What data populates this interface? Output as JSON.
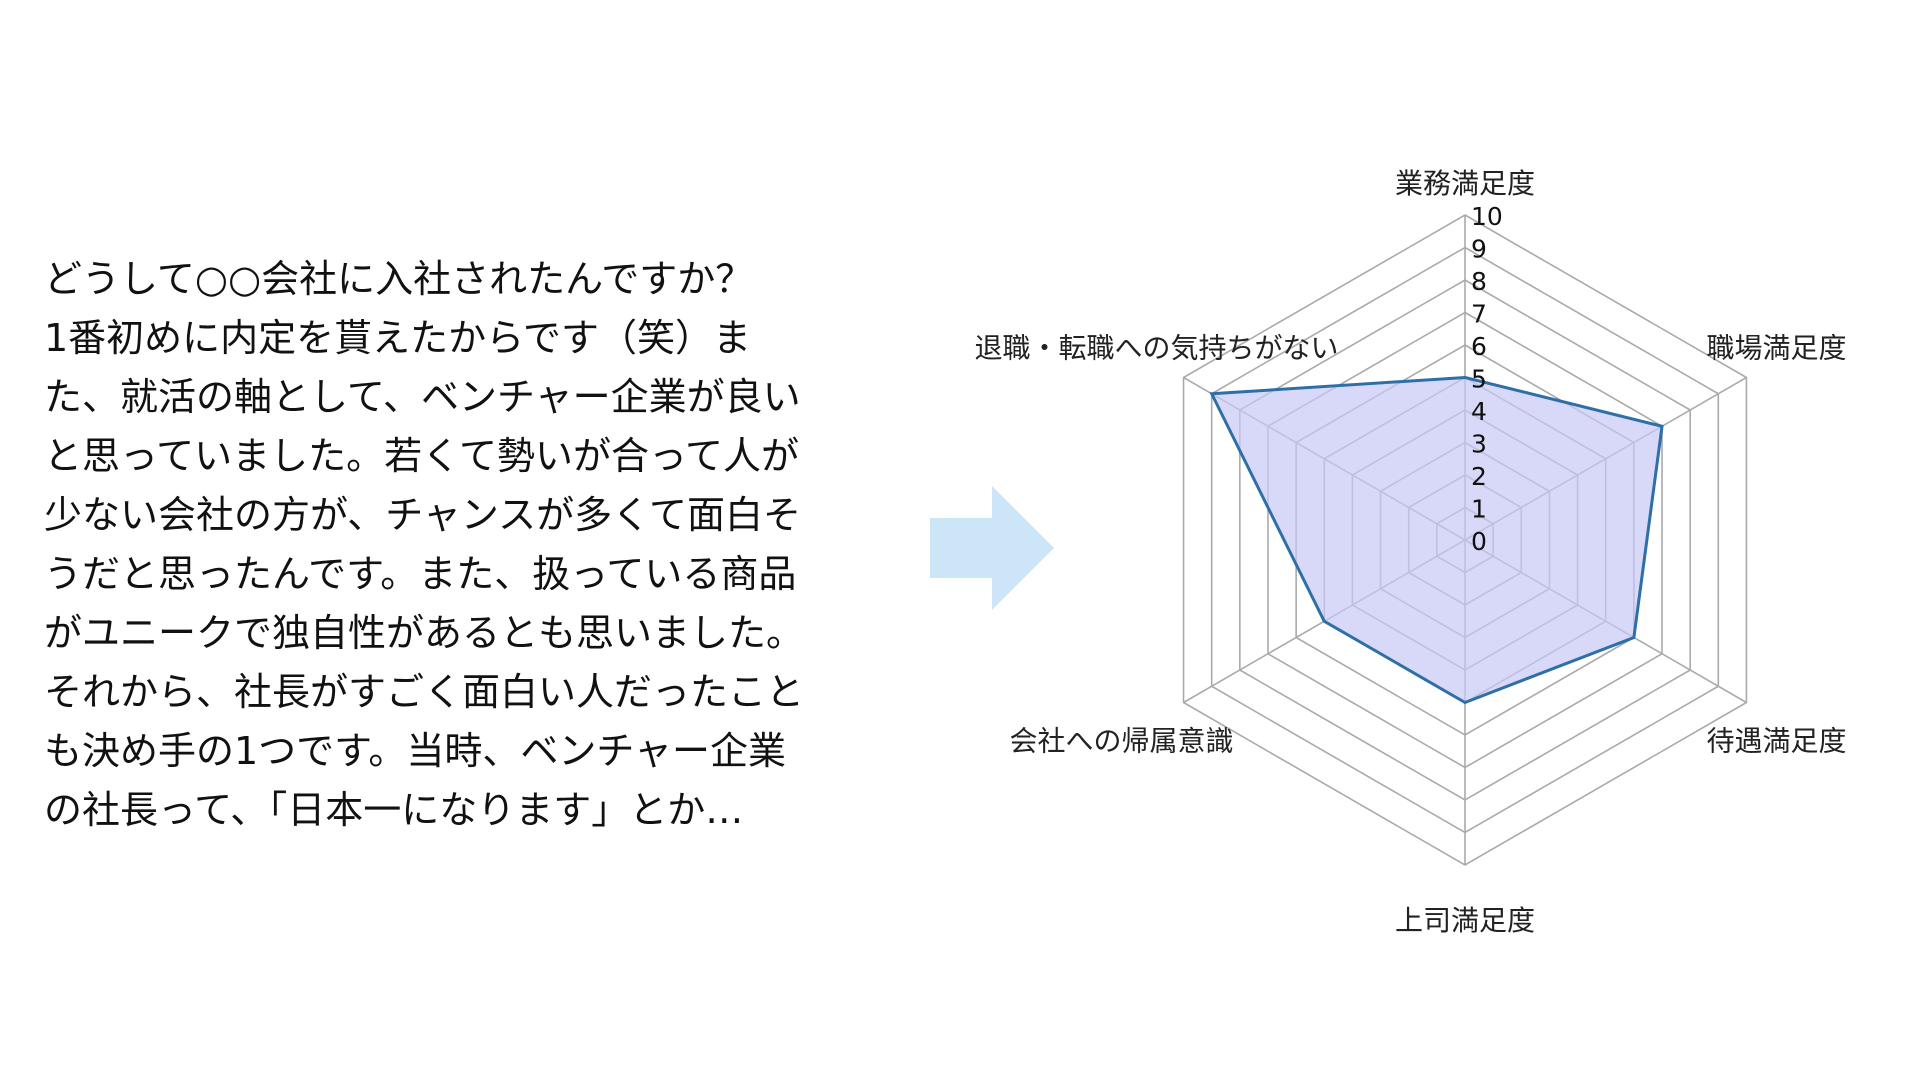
{
  "text_lines": [
    "どうして○○会社に入社されたんですか？",
    "1番初めに内定を貰えたからです（笑）ま",
    "た、就活の軸として、ベンチャー企業が良い",
    "と思っていました。若くて勢いが合って人が",
    "少ない会社の方が、チャンスが多くて面白そ",
    "うだと思ったんです。また、扱っている商品",
    "がユニークで独自性があるとも思いました。",
    "それから、社長がすごく面白い人だったこと",
    "も決め手の1つです。当時、ベンチャー企業",
    "の社長って、「日本一になります」とか…"
  ],
  "arrow_icon": "right-arrow-icon",
  "colors": {
    "text": "#111111",
    "arrow": "#cde6f7",
    "grid": "#aaaaaa",
    "series_line": "#2e6fa7",
    "series_fill": "rgba(200,200,245,0.7)"
  },
  "chart_data": {
    "type": "radar",
    "axes": [
      "業務満足度",
      "職場満足度",
      "待遇満足度",
      "上司満足度",
      "会社への帰属意識",
      "退職・転職への気持ちがない"
    ],
    "values": [
      5,
      7,
      6,
      5,
      5,
      9
    ],
    "range": [
      0,
      10
    ],
    "ticks": [
      "0",
      "1",
      "2",
      "3",
      "4",
      "5",
      "6",
      "7",
      "8",
      "9",
      "10"
    ],
    "grid": true,
    "legend": "none"
  }
}
